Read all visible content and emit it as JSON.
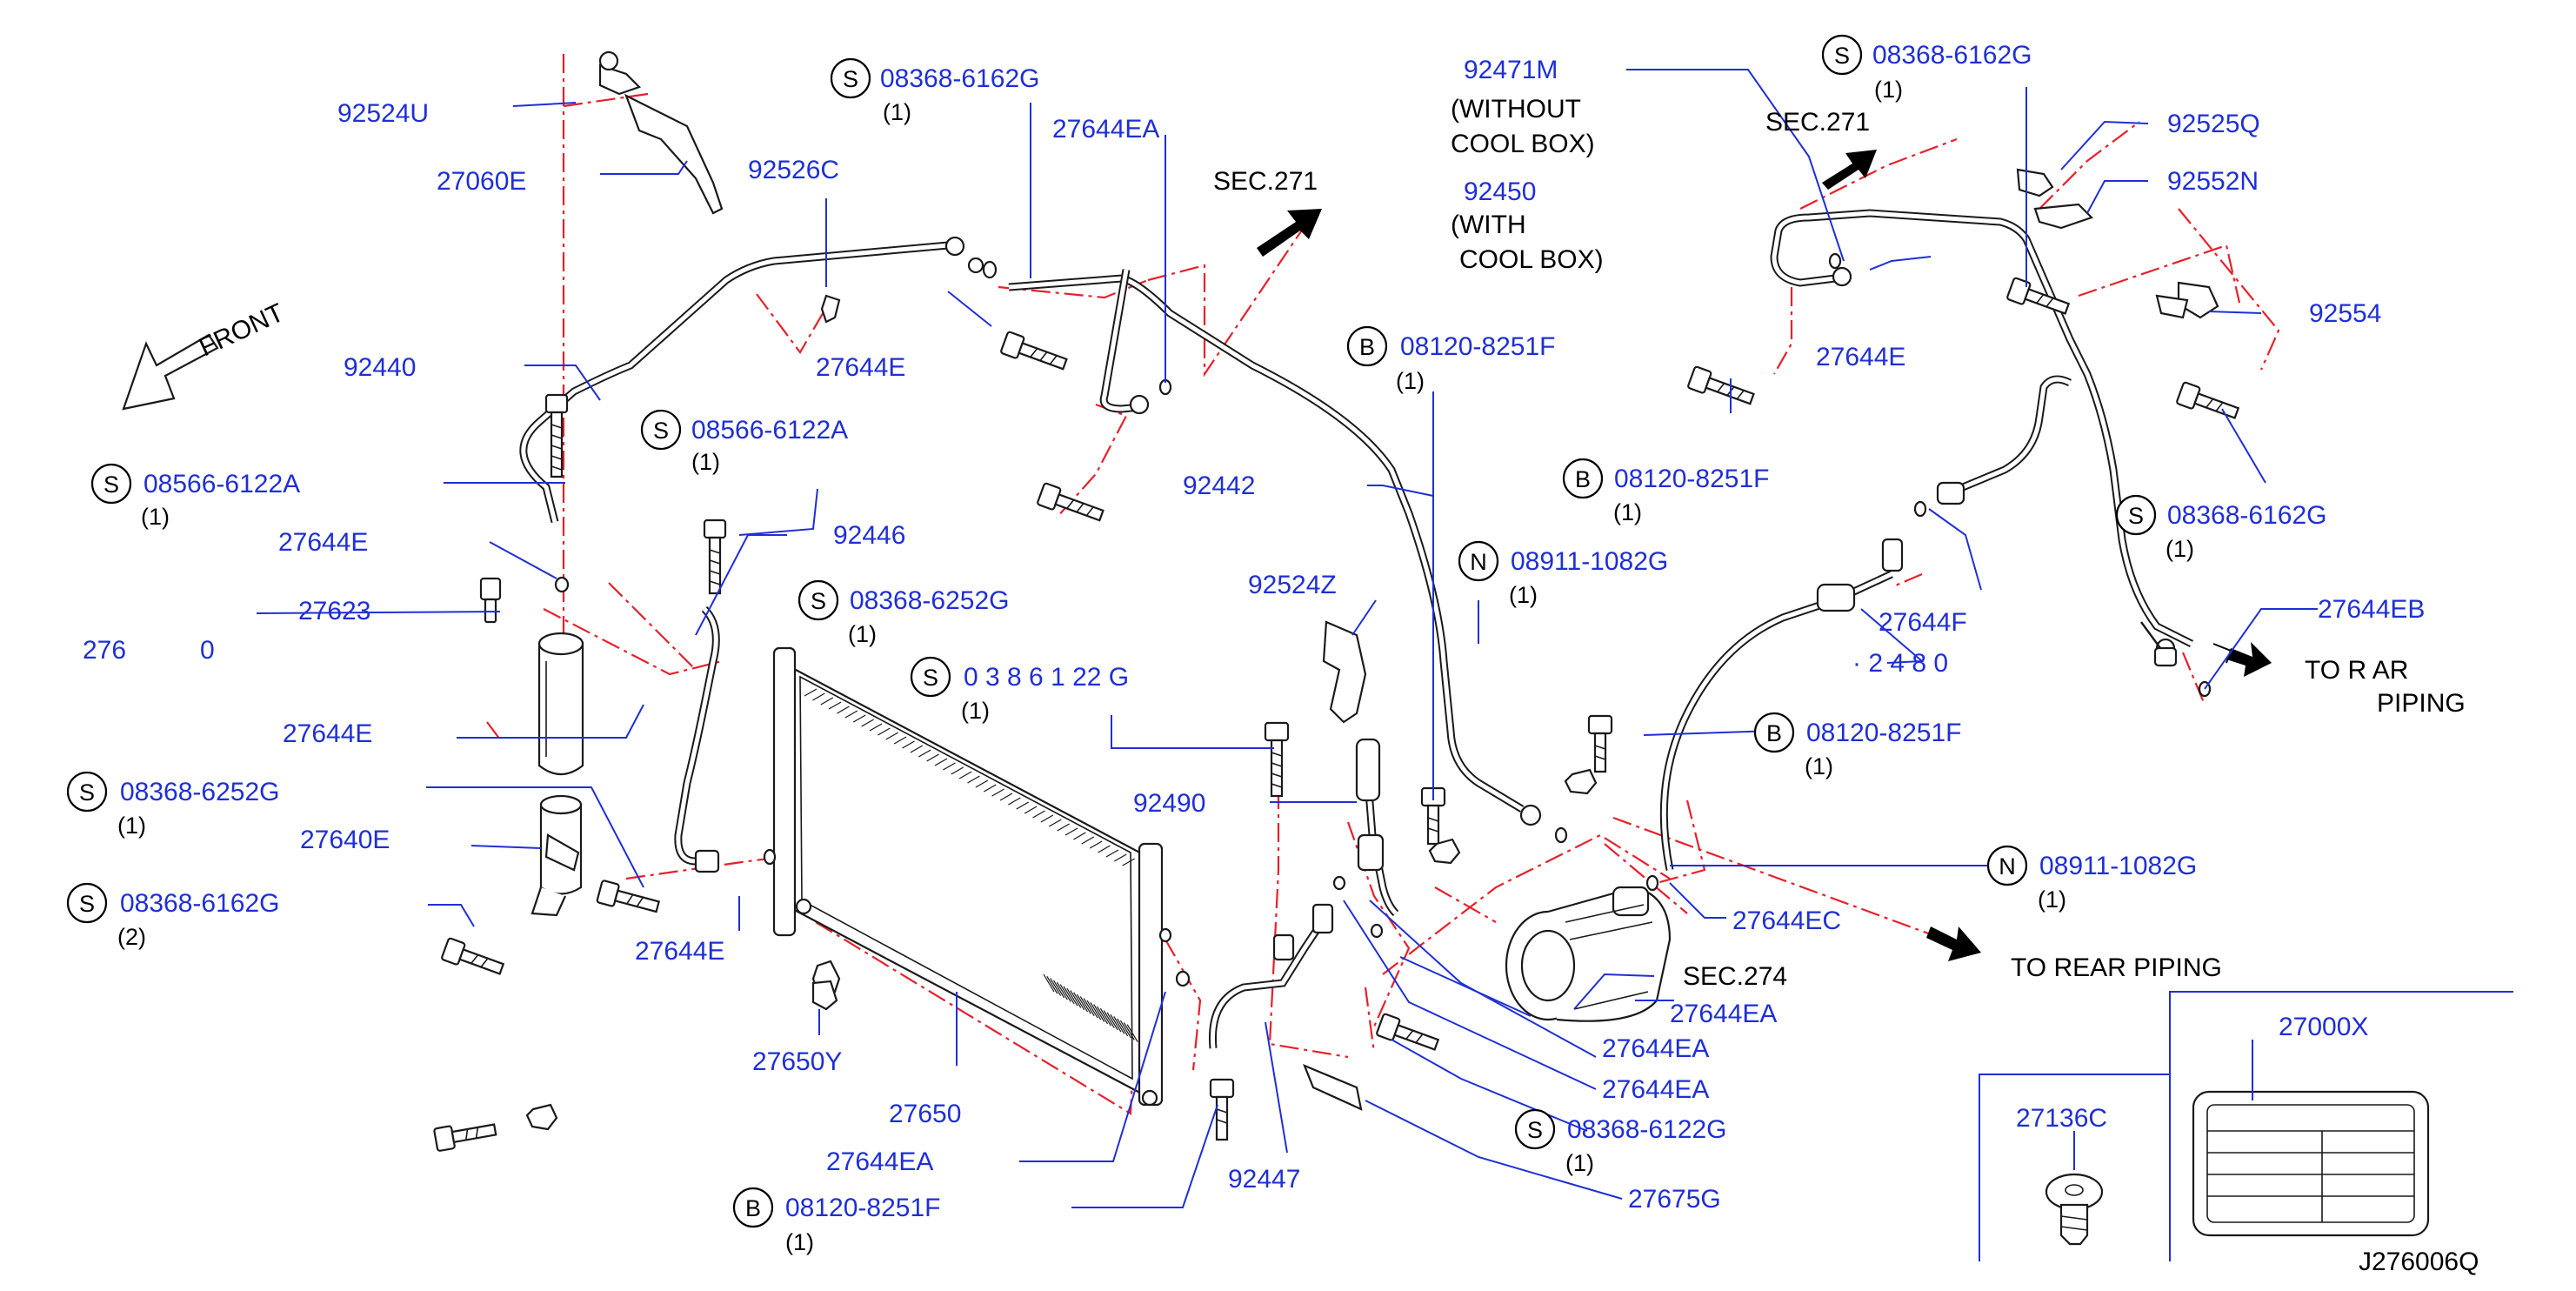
{
  "diagram_id": "J276006Q",
  "labels": {
    "p92524U": "92524U",
    "p27060E": "27060E",
    "s08368_6162G_a": "08368-6162G",
    "s08368_6162G_a_qty": "(1)",
    "p27644EA_a": "27644EA",
    "sec271_a": "SEC.271",
    "p92526C": "92526C",
    "p27644E_a": "27644E",
    "front": "FRONT",
    "p92440": "92440",
    "s08566_6122A_a": "08566-6122A",
    "s08566_6122A_a_qty": "(1)",
    "s08566_6122A_b": "08566-6122A",
    "s08566_6122A_b_qty": "(1)",
    "p27644E_b": "27644E",
    "p92446": "92446",
    "p27623": "27623",
    "p2764_0": "276",
    "p2764_0b": "0",
    "s08368_6252G_a": "08368-6252G",
    "s08368_6252G_a_qty": "(1)",
    "p27644E_c": "27644E",
    "s08368_6122G_a": "0  3 8  6 1 22 G",
    "s08368_6122G_a_qty": "(1)",
    "s08368_6252G_b": "08368-6252G",
    "s08368_6252G_b_qty": "(1)",
    "p27640E": "27640E",
    "s08368_6162G_b": "08368-6162G",
    "s08368_6162G_b_qty": "(2)",
    "p27644E_d": "27644E",
    "p27650Y": "27650Y",
    "p27650": "27650",
    "p27644EA_b": "27644EA",
    "b08120_8251F_a": "08120-8251F",
    "b08120_8251F_a_qty": "(1)",
    "p92447": "92447",
    "p92490": "92490",
    "p92524Z": "92524Z",
    "p92442": "92442",
    "b08120_8251F_b": "08120-8251F",
    "b08120_8251F_b_qty": "(1)",
    "n08911_1082G_a": "08911-1082G",
    "n08911_1082G_a_qty": "(1)",
    "p27644EA_c": "27644EA",
    "p27644EA_d": "27644EA",
    "p27644EA_e": "27644EA",
    "s08368_6122G_b": "08368-6122G",
    "s08368_6122G_b_qty": "(1)",
    "p27675G": "27675G",
    "sec274": "SEC.274",
    "p92471M": "92471M",
    "without_cool_box_1": "(WITHOUT",
    "without_cool_box_2": "COOL   BOX)",
    "p92450": "92450",
    "with_cool_box_1": "(WITH",
    "with_cool_box_2": "COOL   BOX)",
    "s08368_6162G_c": "08368-6162G",
    "s08368_6162G_c_qty": "(1)",
    "sec271_b": "SEC.271",
    "p92525Q": "92525Q",
    "p92552N": "92552N",
    "p27644E_e": "27644E",
    "b08120_8251F_c": "08120-8251F",
    "b08120_8251F_c_qty": "(1)",
    "p92554": "92554",
    "s08368_6162G_d": "08368-6162G",
    "s08368_6162G_d_qty": "(1)",
    "p27644F": "27644F",
    "p92480": "· 2 4 8 0",
    "p27644EB": "27644EB",
    "to_rear_piping_a1": "TO   R  AR",
    "to_rear_piping_a2": "PIPING",
    "b08120_8251F_d": "08120-8251F",
    "b08120_8251F_d_qty": "(1)",
    "n08911_1082G_b": "08911-1082G",
    "n08911_1082G_b_qty": "(1)",
    "p27644EC": "27644EC",
    "to_rear_piping_b": "TO   REAR     PIPING",
    "p27000X": "27000X",
    "p27136C": "27136C"
  },
  "prefix_letters": {
    "S": "S",
    "B": "B",
    "N": "N"
  },
  "colors": {
    "label": "#1f2fd6",
    "dash": "#e8202a",
    "line": "#1a1a1a"
  }
}
